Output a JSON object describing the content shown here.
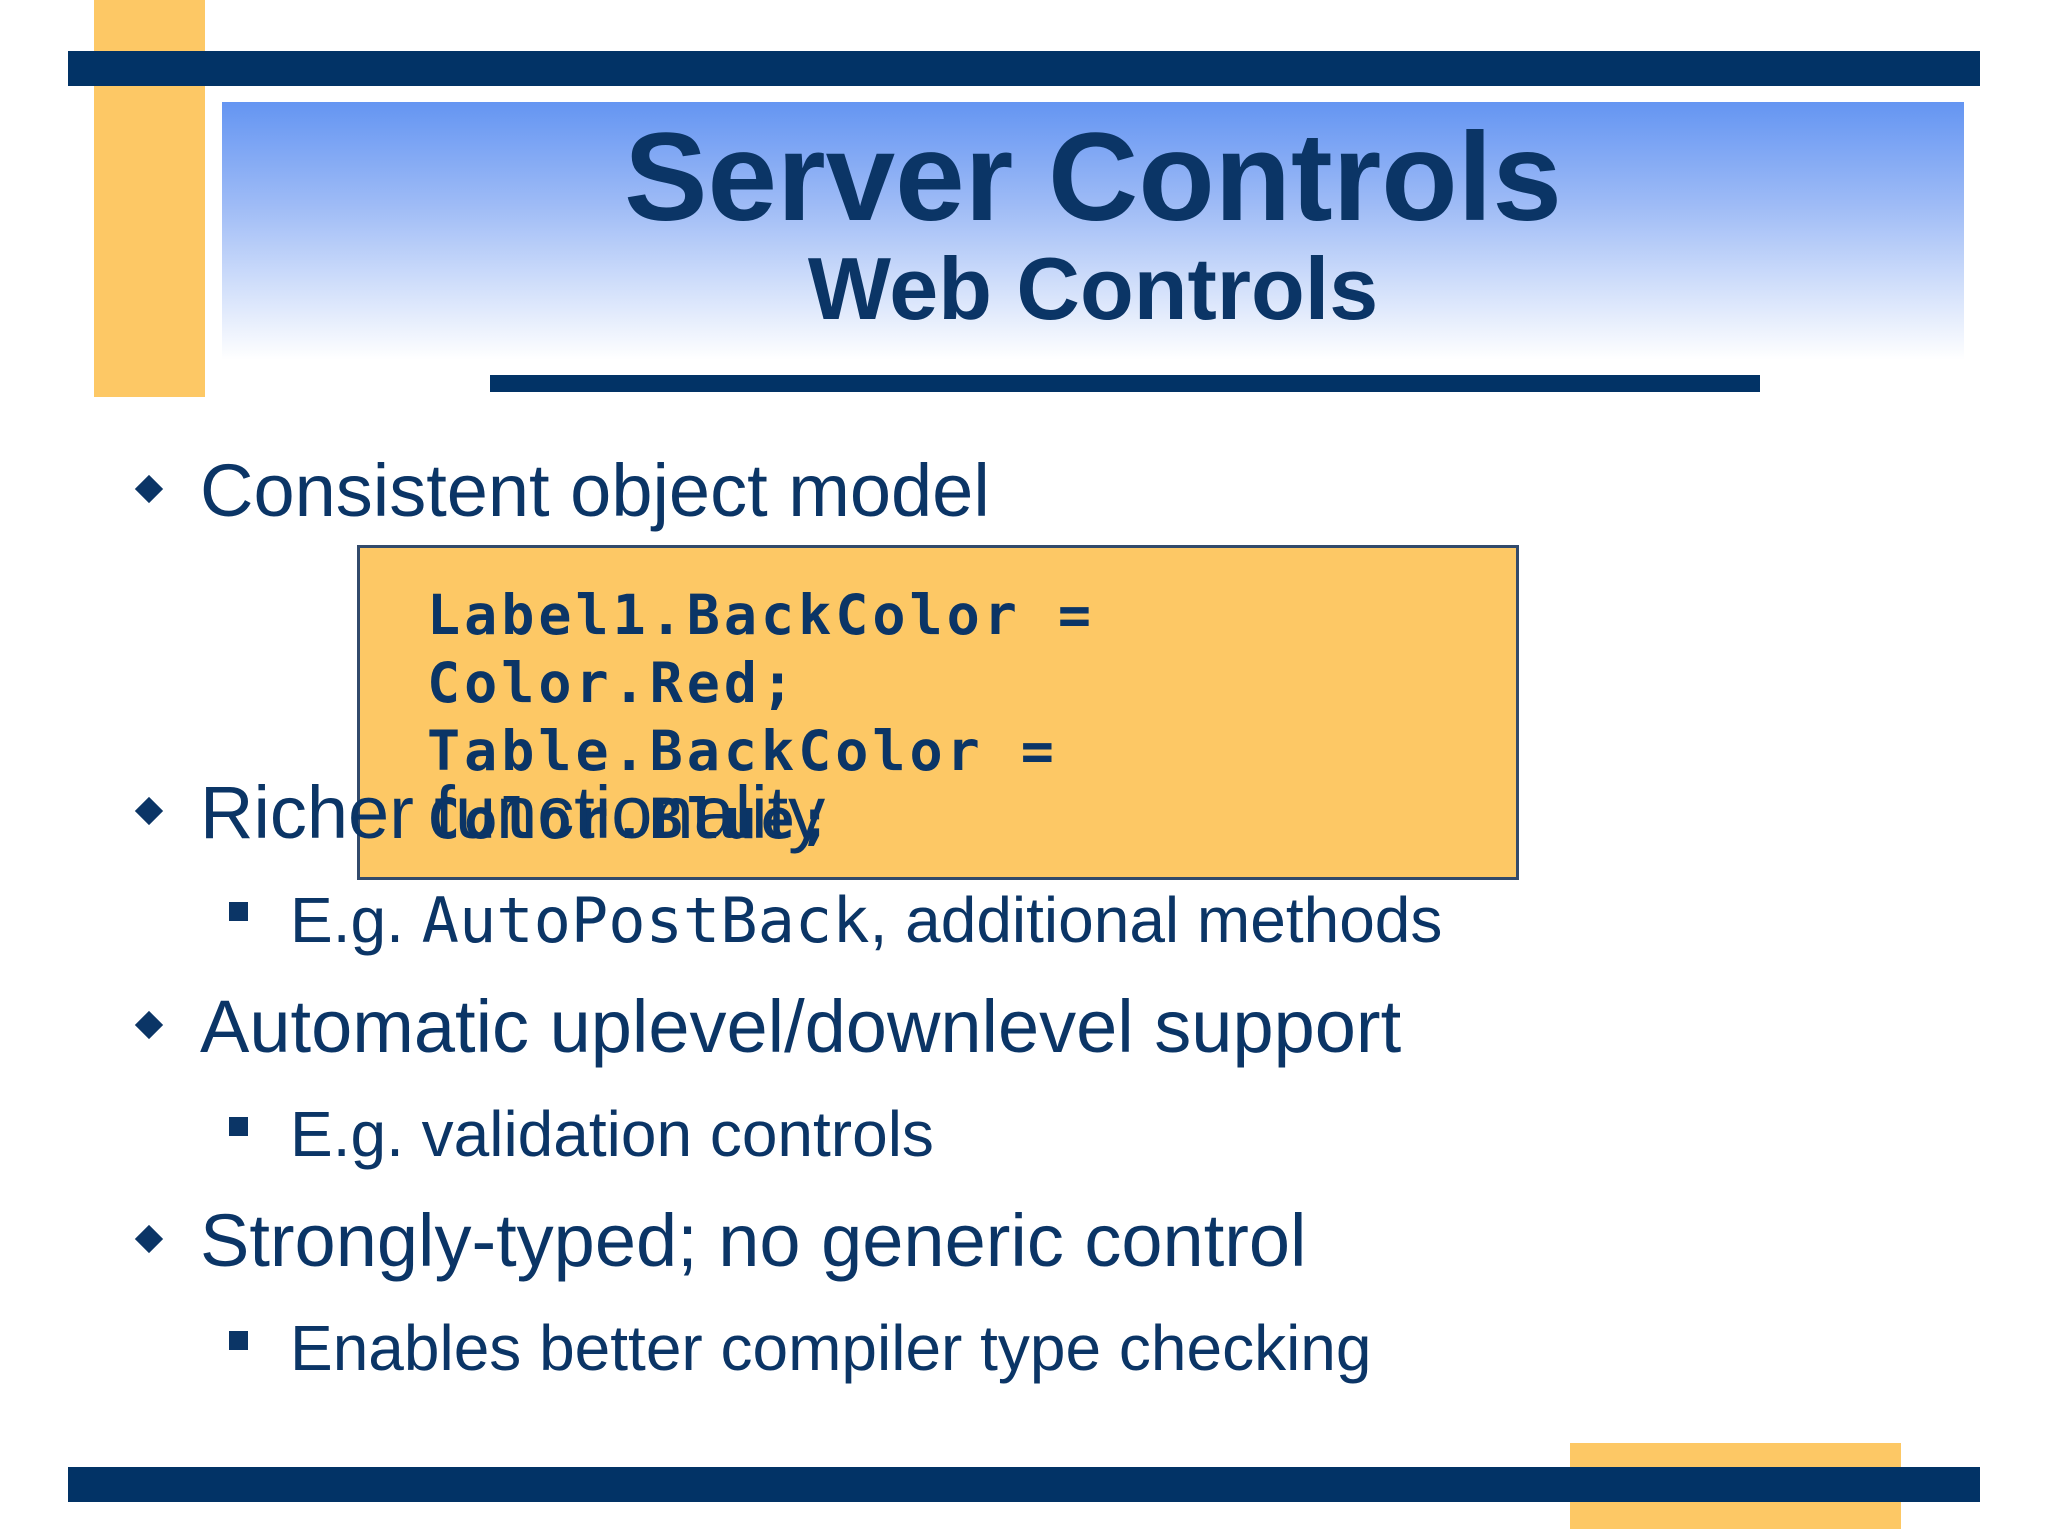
{
  "slide": {
    "title": "Server Controls",
    "subtitle": "Web Controls"
  },
  "bullets": [
    {
      "text": "Consistent object model"
    },
    {
      "text": "Richer functionality"
    },
    {
      "text": "Automatic uplevel/downlevel support"
    },
    {
      "text": "Strongly-typed; no generic control"
    }
  ],
  "sub_bullets": {
    "richer": {
      "prefix": "E.g. ",
      "code": "AutoPostBack",
      "suffix": ", additional methods"
    },
    "uplevel": {
      "text": "E.g. validation controls"
    },
    "strongly_typed": {
      "text": "Enables better compiler type checking"
    }
  },
  "code_box": {
    "lines": [
      "Label1.BackColor =",
      "Color.Red;",
      "Table.BackColor =",
      "Color.Blue;"
    ]
  },
  "colors": {
    "navy": "#023366",
    "text": "#0b3566",
    "accent_gold": "#fdc865",
    "title_band_top": "#6495f2"
  },
  "icons": {
    "level1_bullet": "diamond",
    "level2_bullet": "square"
  }
}
